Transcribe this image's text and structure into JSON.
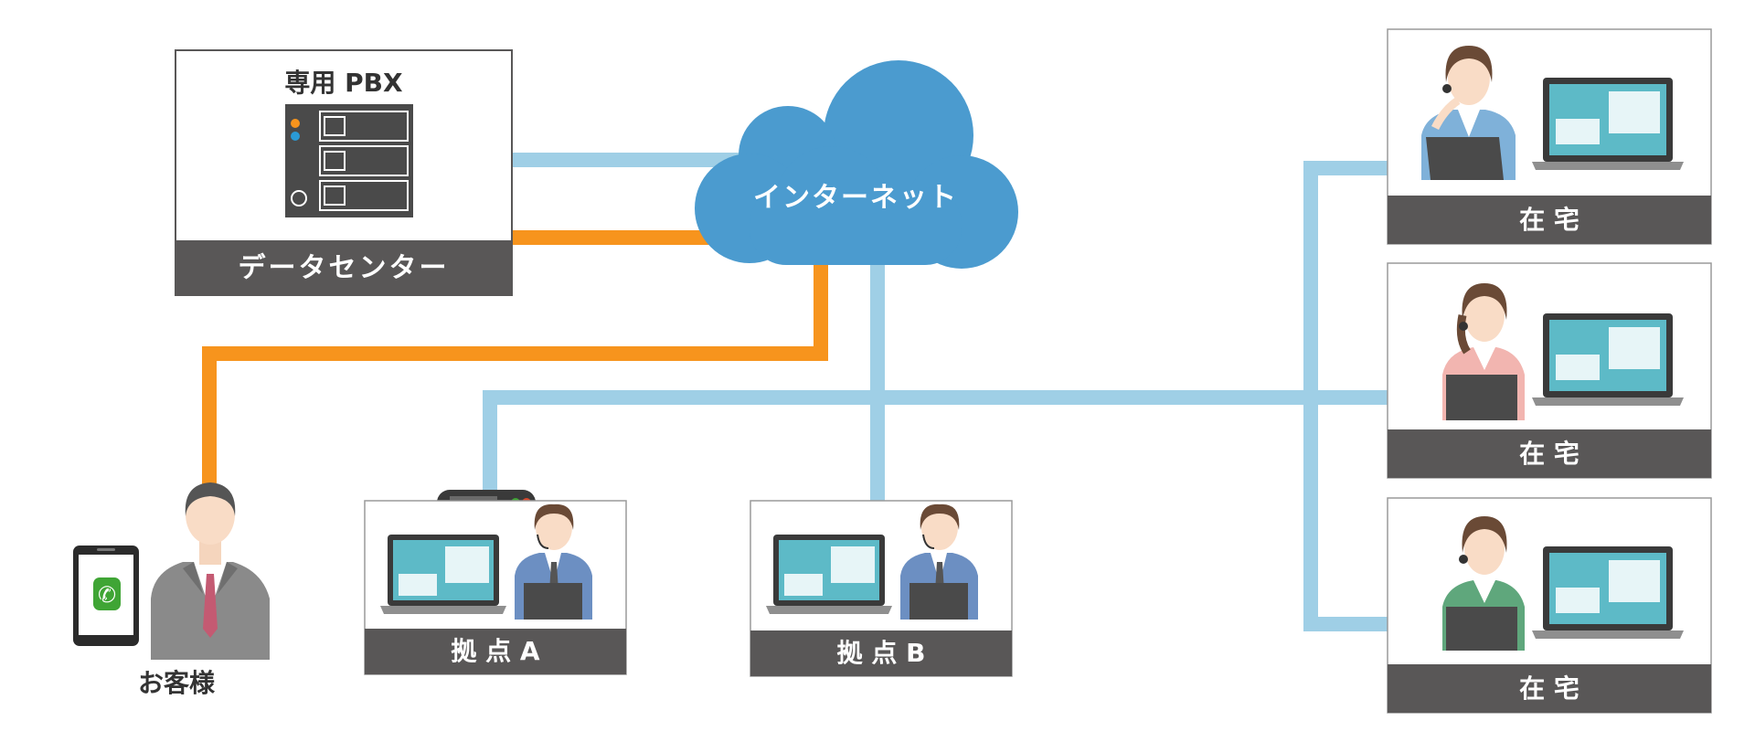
{
  "data_center": {
    "title": "専用 PBX",
    "caption": "データセンター"
  },
  "cloud": {
    "label": "インターネット"
  },
  "customer": {
    "label": "お客様"
  },
  "offices": [
    {
      "label": "拠 点 A"
    },
    {
      "label": "拠 点 B"
    }
  ],
  "homes": [
    {
      "label": "在 宅"
    },
    {
      "label": "在 宅"
    },
    {
      "label": "在 宅"
    }
  ],
  "colors": {
    "line_blue": "#9fcfe6",
    "line_orange": "#f7941d",
    "cloud": "#4b9bcf",
    "caption_bar": "#595757",
    "screen": "#5dbac7"
  }
}
